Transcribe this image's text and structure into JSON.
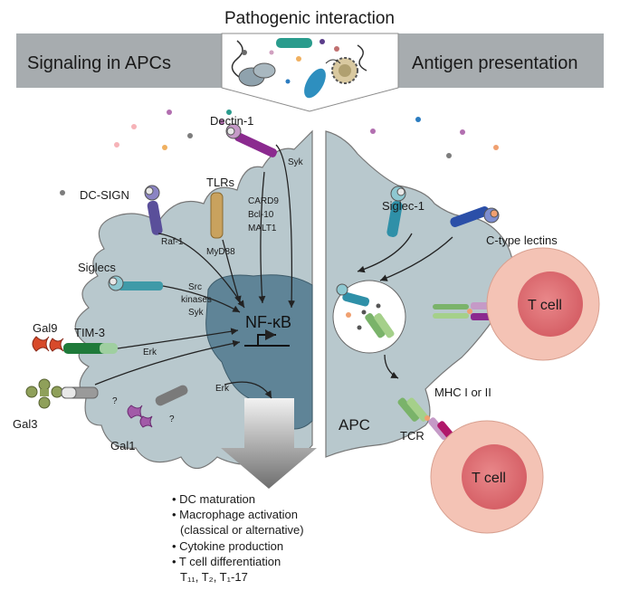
{
  "title": "Pathogenic interaction",
  "banner": {
    "left": "Signaling in APCs",
    "right": "Antigen presentation"
  },
  "left_cell": {
    "receptors": {
      "dectin": "Dectin-1",
      "dcsign": "DC-SIGN",
      "tlrs": "TLRs",
      "siglecs": "Siglecs",
      "tim3": "TIM-3",
      "gal9": "Gal9",
      "gal3": "Gal3",
      "gal1": "Gal1"
    },
    "mediators": {
      "syk_top": "Syk",
      "card9": "CARD9",
      "bcl10": "Bcl-10",
      "malt1": "MALT1",
      "raf1": "Raf-1",
      "myd88": "MyD88",
      "src": "Src",
      "kinases": "kinases",
      "syk_mid": "Syk",
      "erk1": "Erk",
      "erk2": "Erk",
      "q1": "?",
      "q2": "?"
    },
    "nfkb": "NF-κB"
  },
  "right_cell": {
    "siglec1": "Siglec-1",
    "ctype": "C-type lectins",
    "mhc": "MHC I or II",
    "tcr": "TCR",
    "apc": "APC",
    "tcell1": "T cell",
    "tcell2": "T cell"
  },
  "outcomes": {
    "o1": "• DC maturation",
    "o2": "• Macrophage activation",
    "o3": "(classical or alternative)",
    "o4": "• Cytokine production",
    "o5": "• T cell differentiation",
    "o6": "T₁₁, T₂, T₁-17"
  },
  "colors": {
    "banner": "#a7acaf",
    "cell": "#b8c8cd",
    "nucleus": "#5f8497",
    "tcell_outer": "#f4c3b5",
    "tcell_inner": "#e0777a",
    "arrow": "#7d7d7d"
  }
}
